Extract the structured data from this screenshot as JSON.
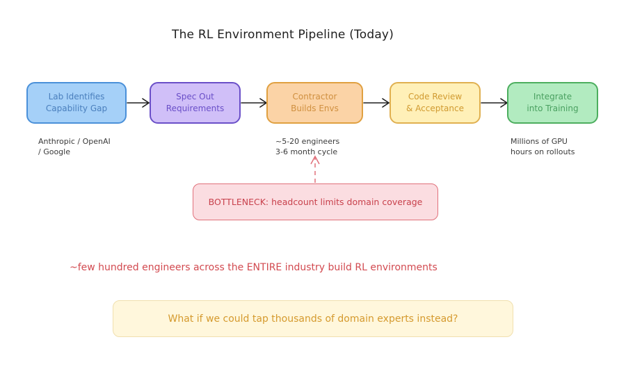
{
  "title": "The RL Environment Pipeline (Today)",
  "steps": [
    {
      "line1": "Lab Identifies",
      "line2": "Capability Gap",
      "fill": "#a5d0f8",
      "stroke": "#4a90d9",
      "text": "#4a7fbd"
    },
    {
      "line1": "Spec Out",
      "line2": "Requirements",
      "fill": "#d0bff8",
      "stroke": "#6a4fc8",
      "text": "#6a4fc8"
    },
    {
      "line1": "Contractor",
      "line2": "Builds Envs",
      "fill": "#fbd3a6",
      "stroke": "#e0a040",
      "text": "#d09040"
    },
    {
      "line1": "Code Review",
      "line2": "& Acceptance",
      "fill": "#fff0b8",
      "stroke": "#e0b050",
      "text": "#d09a30"
    },
    {
      "line1": "Integrate",
      "line2": "into Training",
      "fill": "#b2ebc0",
      "stroke": "#4cae5e",
      "text": "#4aa060"
    }
  ],
  "notes": {
    "labs": {
      "line1": "Anthropic / OpenAI",
      "line2": "/ Google"
    },
    "contractor": {
      "line1": "~5-20 engineers",
      "line2": "3-6 month cycle"
    },
    "training": {
      "line1": "Millions of GPU",
      "line2": "hours on rollouts"
    }
  },
  "bottleneck": "BOTTLENECK: headcount limits domain coverage",
  "industry_note": "~few hundred engineers across the ENTIRE industry build RL environments",
  "question": "What if we could tap thousands of domain experts instead?"
}
